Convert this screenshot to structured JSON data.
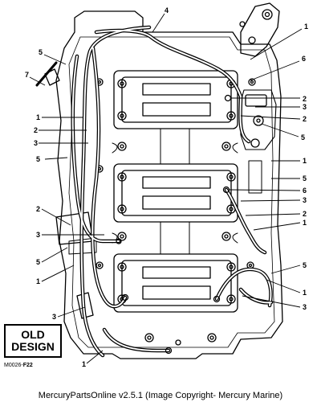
{
  "badge": {
    "line1": "OLD",
    "line2": "DESIGN"
  },
  "figure_code": {
    "prefix": "M0026-",
    "suffix": "F22"
  },
  "footer": "MercuryPartsOnline v2.5.1 (Image Copyright- Mercury Marine)",
  "callouts": [
    {
      "id": "c4-top",
      "text": "4"
    },
    {
      "id": "c1-tr",
      "text": "1"
    },
    {
      "id": "c5-tl",
      "text": "5"
    },
    {
      "id": "c6-r1",
      "text": "6"
    },
    {
      "id": "c7-l",
      "text": "7"
    },
    {
      "id": "c2-r1",
      "text": "2"
    },
    {
      "id": "c3-r1",
      "text": "3"
    },
    {
      "id": "c1-l1",
      "text": "1"
    },
    {
      "id": "c2-r2",
      "text": "2"
    },
    {
      "id": "c2-l1",
      "text": "2"
    },
    {
      "id": "c5-r1",
      "text": "5"
    },
    {
      "id": "c3-l1",
      "text": "3"
    },
    {
      "id": "c5-l2",
      "text": "5"
    },
    {
      "id": "c1-r2",
      "text": "1"
    },
    {
      "id": "c5-r2",
      "text": "5"
    },
    {
      "id": "c6-r2",
      "text": "6"
    },
    {
      "id": "c3-r2",
      "text": "3"
    },
    {
      "id": "c2-l2",
      "text": "2"
    },
    {
      "id": "c2-r3",
      "text": "2"
    },
    {
      "id": "c1-r3",
      "text": "1"
    },
    {
      "id": "c3-l2",
      "text": "3"
    },
    {
      "id": "c5-l3",
      "text": "5"
    },
    {
      "id": "c5-r3",
      "text": "5"
    },
    {
      "id": "c1-l2",
      "text": "1"
    },
    {
      "id": "c1-r4",
      "text": "1"
    },
    {
      "id": "c3-r3",
      "text": "3"
    },
    {
      "id": "c3-l3",
      "text": "3"
    },
    {
      "id": "c1-bot",
      "text": "1"
    }
  ]
}
